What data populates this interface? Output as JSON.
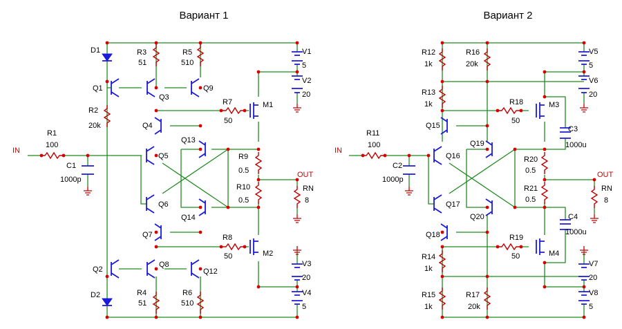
{
  "titles": {
    "v1": "Вариант 1",
    "v2": "Вариант 2"
  },
  "pins": {
    "in": "IN",
    "out": "OUT"
  },
  "v1": {
    "D1": "D1",
    "D2": "D2",
    "Q1": "Q1",
    "Q2": "Q2",
    "Q3": "Q3",
    "Q4": "Q4",
    "Q5": "Q5",
    "Q6": "Q6",
    "Q7": "Q7",
    "Q8": "Q8",
    "Q9": "Q9",
    "Q12": "Q12",
    "Q13": "Q13",
    "Q14": "Q14",
    "M1": "M1",
    "M2": "M2",
    "R1": "R1",
    "R1v": "100",
    "R2": "R2",
    "R2v": "20k",
    "R3": "R3",
    "R3v": "51",
    "R4": "R4",
    "R4v": "51",
    "R5": "R5",
    "R5v": "510",
    "R6": "R6",
    "R6v": "510",
    "R7": "R7",
    "R7v": "50",
    "R8": "R8",
    "R8v": "50",
    "R9": "R9",
    "R9v": "0.5",
    "R10": "R10",
    "R10v": "0.5",
    "RN": "RN",
    "RNv": "8",
    "C1": "C1",
    "C1v": "1000p",
    "V1": "V1",
    "V1v": "5",
    "V2": "V2",
    "V2v": "20",
    "V3": "V3",
    "V3v": "20",
    "V4": "V4",
    "V4v": "5"
  },
  "v2": {
    "Q15": "Q15",
    "Q16": "Q16",
    "Q17": "Q17",
    "Q18": "Q18",
    "Q19": "Q19",
    "Q20": "Q20",
    "M3": "M3",
    "M4": "M4",
    "R11": "R11",
    "R11v": "100",
    "R12": "R12",
    "R12v": "1k",
    "R13": "R13",
    "R13v": "1k",
    "R14": "R14",
    "R14v": "1k",
    "R15": "R15",
    "R15v": "1k",
    "R16": "R16",
    "R16v": "20k",
    "R17": "R17",
    "R17v": "20k",
    "R18": "R18",
    "R18v": "50",
    "R19": "R19",
    "R19v": "50",
    "R20": "R20",
    "R20v": "0.5",
    "R21": "R21",
    "R21v": "0.5",
    "RN": "RN",
    "RNv": "8",
    "C2": "C2",
    "C2v": "1000p",
    "C3": "C3",
    "C3v": "1000u",
    "C4": "C4",
    "C4v": "1000u",
    "V5": "V5",
    "V5v": "5",
    "V6": "V6",
    "V6v": "20",
    "V7": "V7",
    "V7v": "20",
    "V8": "V8",
    "V8v": "5"
  }
}
